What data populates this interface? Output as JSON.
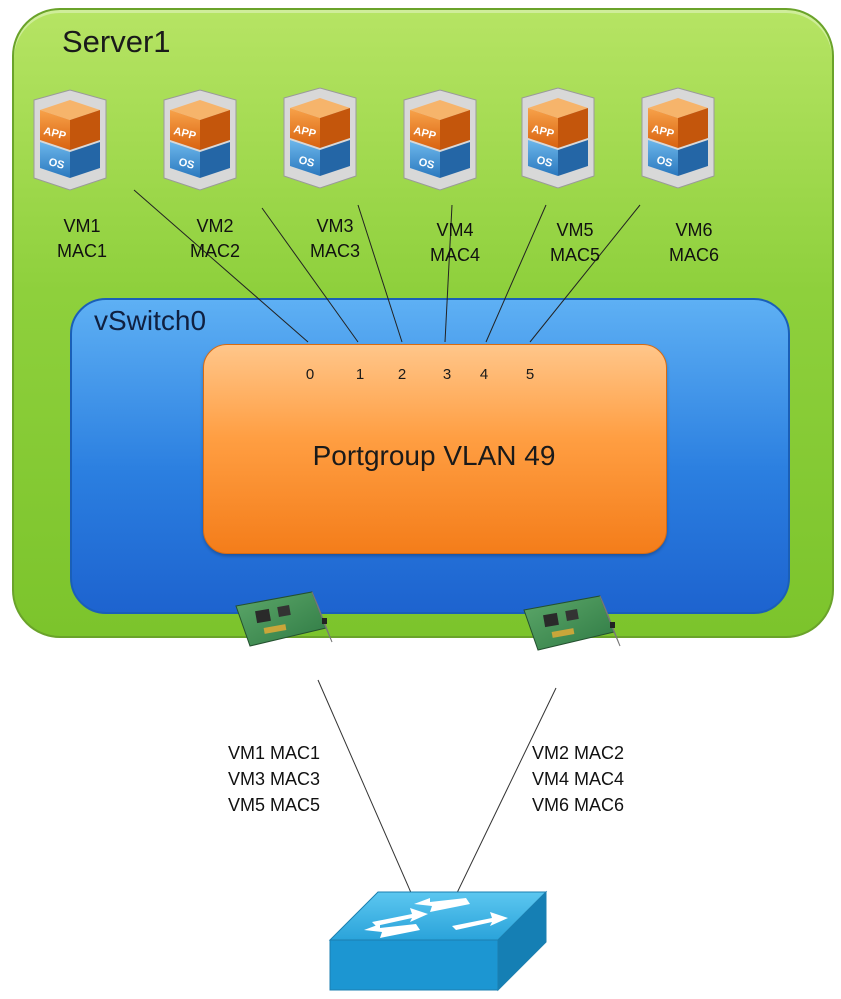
{
  "server": {
    "title": "Server1"
  },
  "vswitch": {
    "title": "vSwitch0"
  },
  "portgroup": {
    "label": "Portgroup VLAN 49"
  },
  "ports": [
    "0",
    "1",
    "2",
    "3",
    "4",
    "5"
  ],
  "vms": [
    {
      "name": "VM1",
      "mac": "MAC1",
      "icon_text_top": "APP",
      "icon_text_bottom": "OS"
    },
    {
      "name": "VM2",
      "mac": "MAC2",
      "icon_text_top": "APP",
      "icon_text_bottom": "OS"
    },
    {
      "name": "VM3",
      "mac": "MAC3",
      "icon_text_top": "APP",
      "icon_text_bottom": "OS"
    },
    {
      "name": "VM4",
      "mac": "MAC4",
      "icon_text_top": "APP",
      "icon_text_bottom": "OS"
    },
    {
      "name": "VM5",
      "mac": "MAC5",
      "icon_text_top": "APP",
      "icon_text_bottom": "OS"
    },
    {
      "name": "VM6",
      "mac": "MAC6",
      "icon_text_top": "APP",
      "icon_text_bottom": "OS"
    }
  ],
  "uplinks": [
    {
      "icon": "nic-card-icon",
      "macs": [
        "VM1 MAC1",
        "VM3 MAC3",
        "VM5 MAC5"
      ]
    },
    {
      "icon": "nic-card-icon",
      "macs": [
        "VM2 MAC2",
        "VM4 MAC4",
        "VM6 MAC6"
      ]
    }
  ],
  "physical_switch": {
    "icon": "network-switch-icon"
  },
  "colors": {
    "server": "#8ed03c",
    "vswitch": "#2b7fe0",
    "portgroup": "#ff9e42",
    "vm_app": "#e8741c",
    "vm_os": "#3c8fd0",
    "switch": "#1fa0dc"
  }
}
